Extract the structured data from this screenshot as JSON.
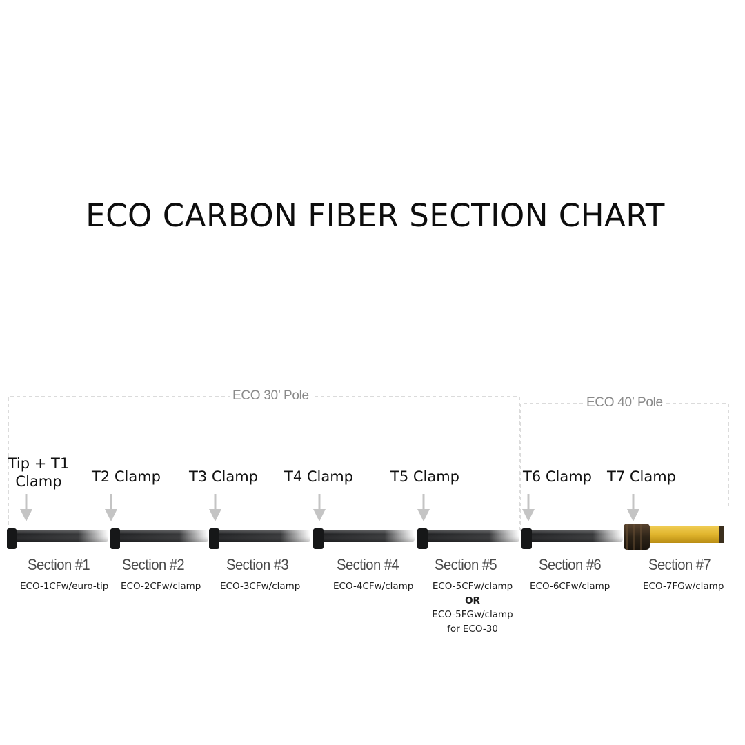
{
  "title": "ECO CARBON FIBER SECTION CHART",
  "brackets": {
    "eco30": "ECO 30’ Pole",
    "eco40": "ECO 40’ Pole"
  },
  "clamps": {
    "t1": [
      "Tip + T1",
      "Clamp"
    ],
    "t2": "T2 Clamp",
    "t3": "T3 Clamp",
    "t4": "T4 Clamp",
    "t5": "T5 Clamp",
    "t6": "T6 Clamp",
    "t7": "T7 Clamp"
  },
  "sections": {
    "s1": "Section #1",
    "s2": "Section #2",
    "s3": "Section #3",
    "s4": "Section #4",
    "s5": "Section #5",
    "s6": "Section #6",
    "s7": "Section #7"
  },
  "parts": {
    "s1": "ECO-1CFw/euro-tip",
    "s2": "ECO-2CFw/clamp",
    "s3": "ECO-3CFw/clamp",
    "s4": "ECO-4CFw/clamp",
    "s5": [
      "ECO-5CFw/clamp",
      "OR",
      "ECO-5FGw/clamp",
      "for ECO-30"
    ],
    "s6": "ECO-6CFw/clamp",
    "s7": "ECO-7FGw/clamp"
  },
  "colors": {
    "carbon_fiber": "#1e1f21",
    "fiberglass": "#e0b42c",
    "arrow": "#c4c4c4",
    "bracket": "#cfcfcf"
  }
}
